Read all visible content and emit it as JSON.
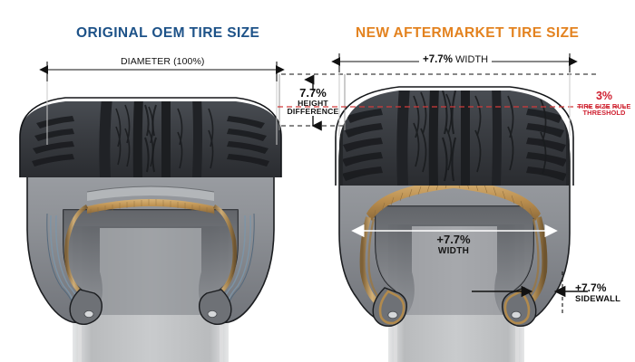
{
  "titles": {
    "left": "ORIGINAL OEM TIRE SIZE",
    "right": "NEW AFTERMARKET TIRE SIZE",
    "left_color": "#1d5288",
    "right_color": "#e3821f"
  },
  "dimensions": {
    "diameter_label": "DIAMETER (100%)",
    "width_value": "+7.7%",
    "width_unit": "WIDTH",
    "height_diff_value": "7.7%",
    "height_diff_line1": "HEIGHT",
    "height_diff_line2": "DIFFERENCE",
    "inner_width_value": "+7.7%",
    "inner_width_unit": "WIDTH",
    "sidewall_value": "+7.7%",
    "sidewall_unit": "SIDEWALL"
  },
  "threshold": {
    "value": "3%",
    "line1": "TIRE SIZE RULE",
    "line2": "THRESHOLD",
    "color": "#cf2030"
  },
  "colors": {
    "tread": "#3a3d42",
    "tread_dark": "#26282c",
    "sidewall_gray": "#9a9da2",
    "belt_gold": "#c29a5e",
    "ply_blue": "#7d95a8",
    "rim_gray": "#c9cbcd",
    "background": "#ffffff",
    "dimension_line": "#1a1a1a",
    "red_dashed": "#d23b3b",
    "white_arrow": "#ffffff"
  },
  "graphic": {
    "left_tire_name": "oem-tire-cross-section",
    "right_tire_name": "aftermarket-tire-cross-section"
  }
}
